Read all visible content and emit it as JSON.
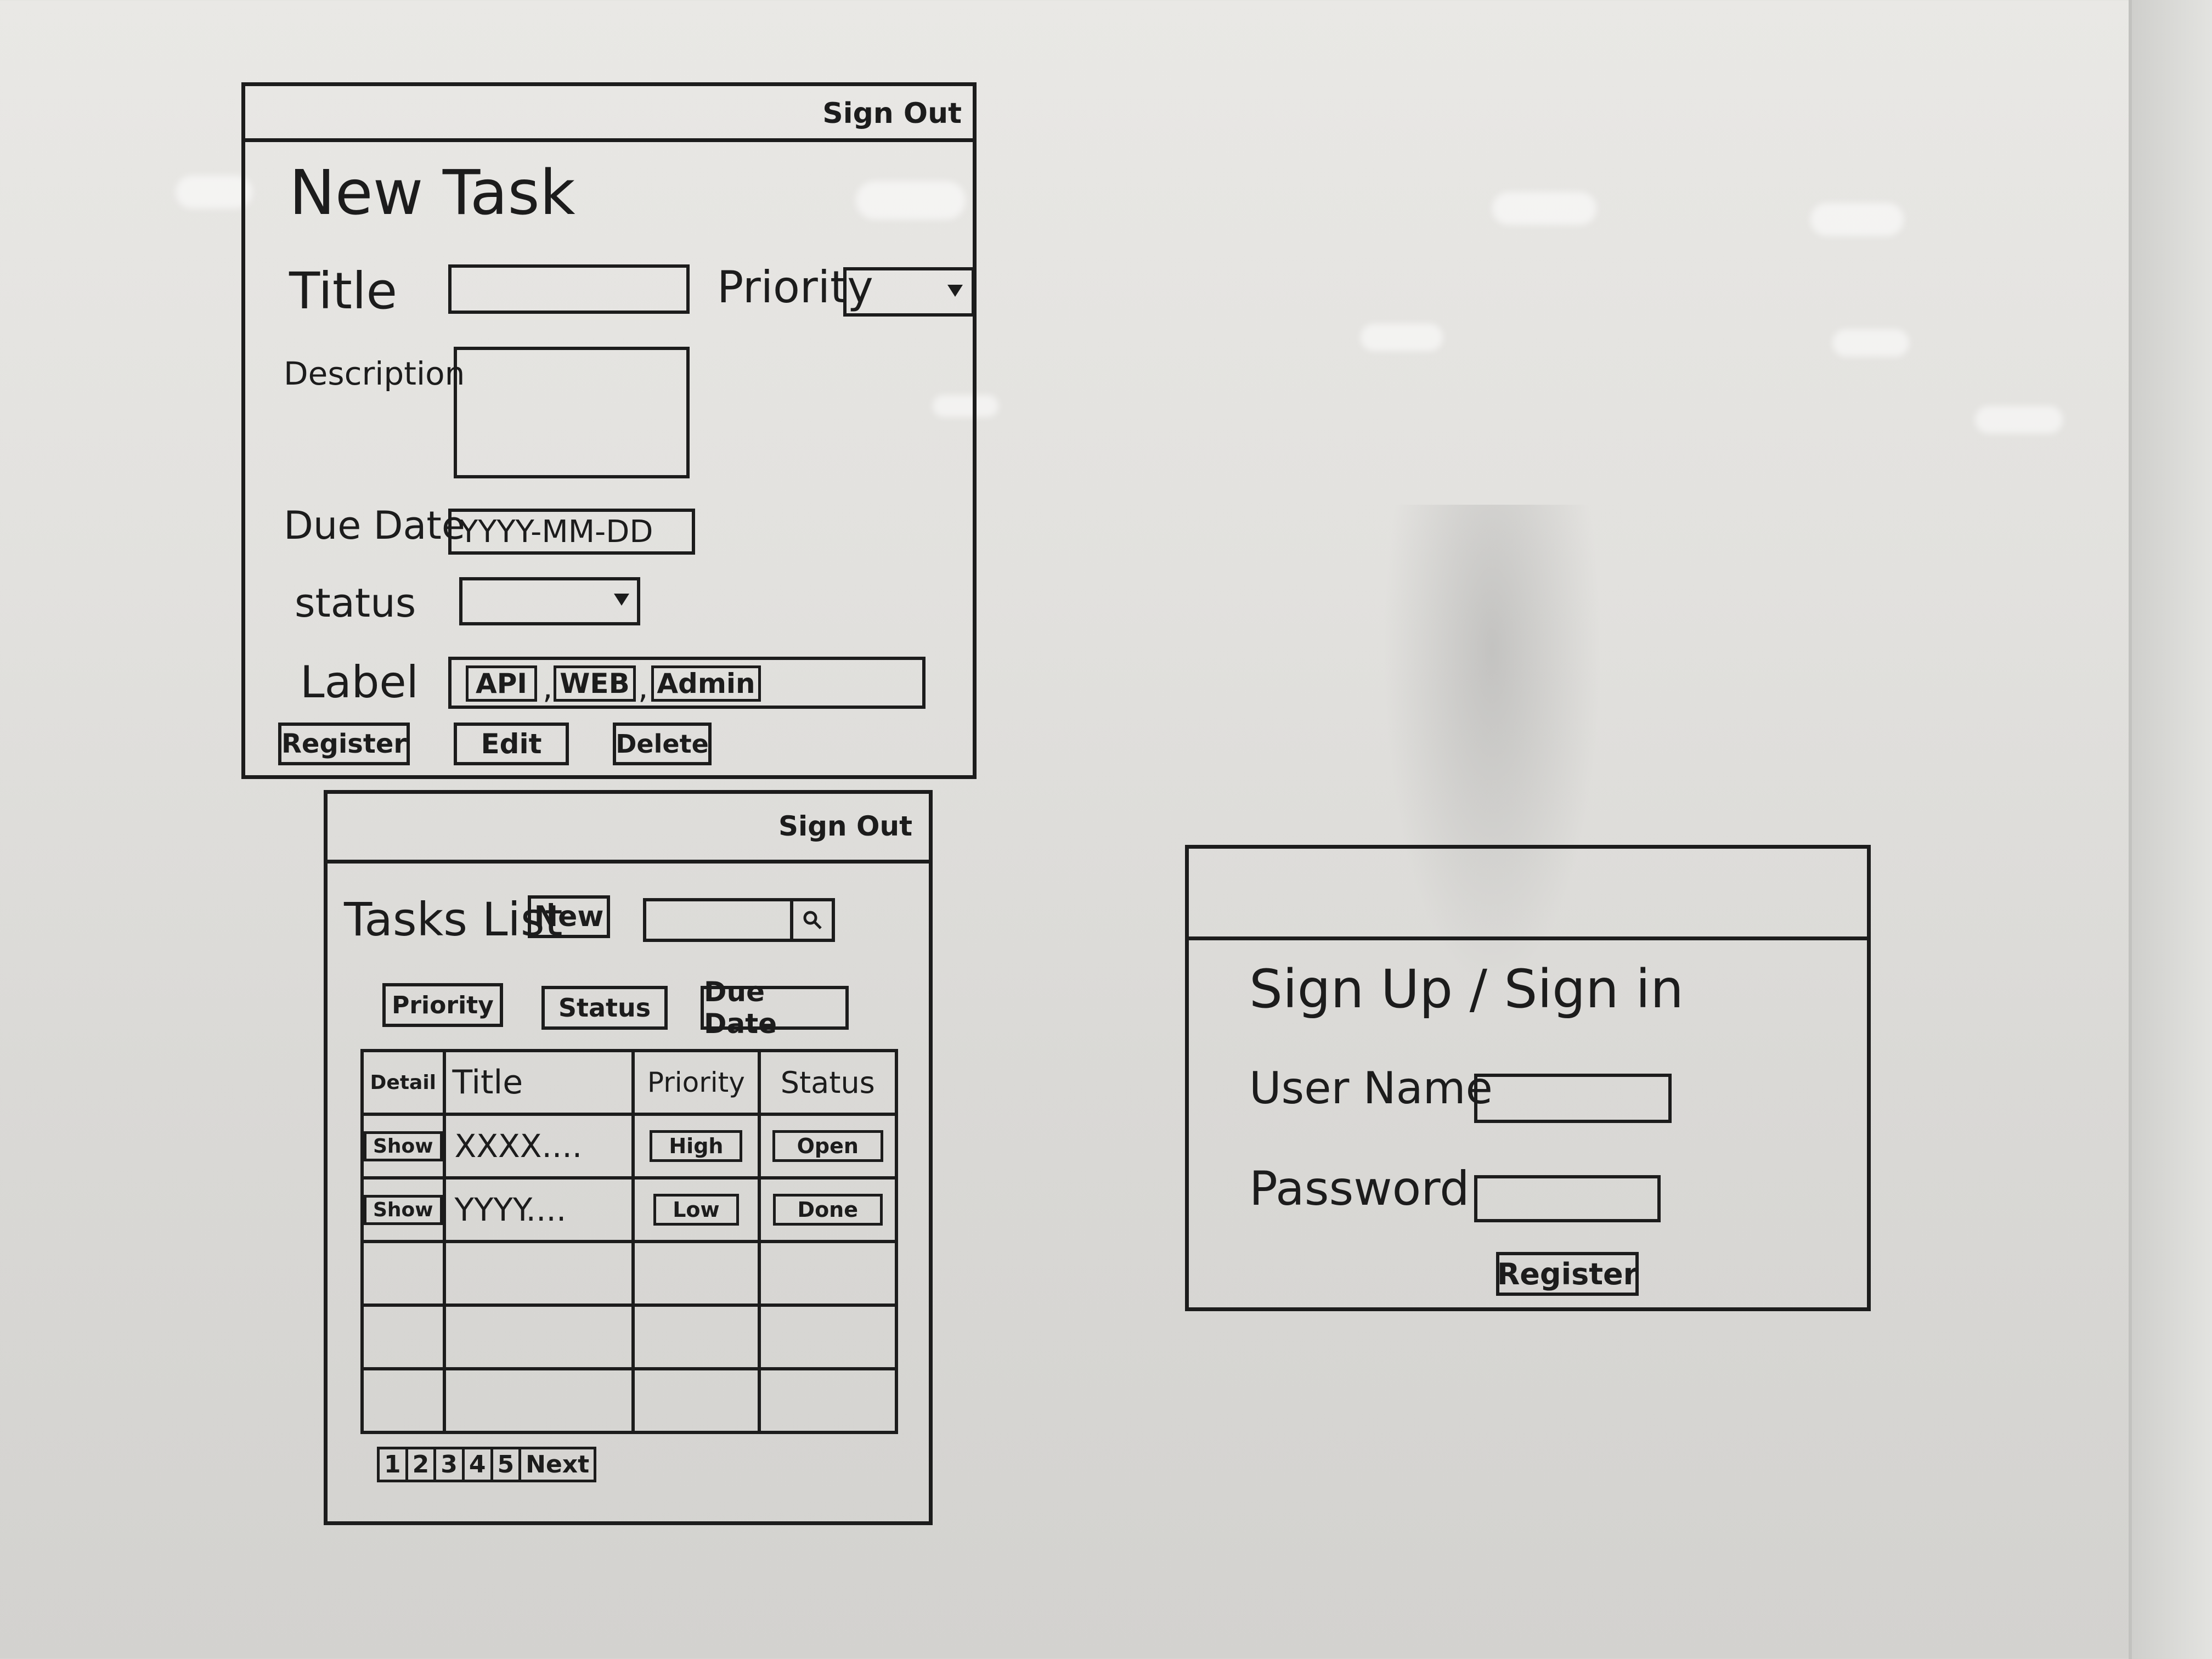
{
  "new_task": {
    "sign_out": "Sign Out",
    "title": "New Task",
    "title_label": "Title",
    "priority_label": "Priority",
    "description_label": "Description",
    "due_date_label": "Due Date",
    "due_date_placeholder": "YYYY-MM-DD",
    "status_label": "status",
    "label_label": "Label",
    "tags": [
      "API",
      "WEB",
      "Admin"
    ],
    "tag_separator": ",",
    "buttons": {
      "register": "Register",
      "edit": "Edit",
      "delete": "Delete"
    }
  },
  "tasks_list": {
    "sign_out": "Sign Out",
    "title": "Tasks List",
    "new_button": "New",
    "sort_buttons": {
      "priority": "Priority",
      "status": "Status",
      "due_date": "Due Date"
    },
    "columns": {
      "detail": "Detail",
      "title": "Title",
      "priority": "Priority",
      "status": "Status"
    },
    "rows": [
      {
        "detail": "Show",
        "title": "XXXX....",
        "priority": "High",
        "status": "Open"
      },
      {
        "detail": "Show",
        "title": "YYYY....",
        "priority": "Low",
        "status": "Done"
      }
    ],
    "pagination": {
      "pages": [
        "1",
        "2",
        "3",
        "4",
        "5"
      ],
      "next": "Next"
    }
  },
  "auth": {
    "title": "Sign Up / Sign in",
    "username_label": "User Name",
    "password_label": "Password",
    "register_button": "Register"
  }
}
